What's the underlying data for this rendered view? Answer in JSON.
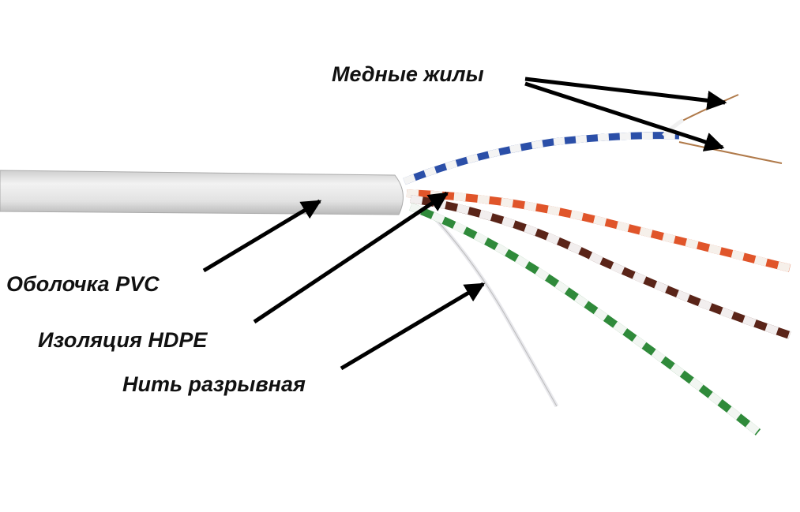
{
  "labels": {
    "copper": "Медные жилы",
    "sheath": "Оболочка PVC",
    "insulation": "Изоляция HDPE",
    "ripcord": "Нить разрывная"
  },
  "colors": {
    "sheath": "#e4e4e4",
    "blue_pair": "#2b4fa8",
    "orange_pair": "#e0552a",
    "brown_pair": "#5a2418",
    "green_pair": "#2f8a3a",
    "copper": "#b07a4a",
    "arrow": "#000000"
  }
}
